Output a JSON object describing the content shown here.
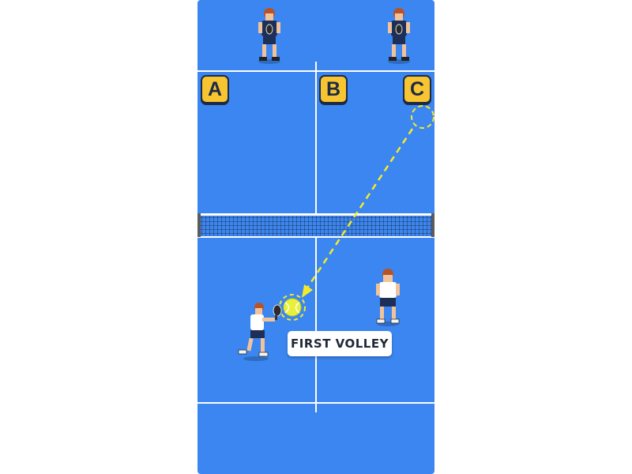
{
  "zones": [
    {
      "id": "zone-a",
      "label": "A"
    },
    {
      "id": "zone-b",
      "label": "B"
    },
    {
      "id": "zone-c",
      "label": "C"
    }
  ],
  "callout": {
    "text": "FIRST VOLLEY"
  },
  "colors": {
    "court": "#3b86f0",
    "lines": "#ffffff",
    "zone_badge": "#f7c531",
    "ball": "#e8f03a",
    "trajectory": "#f5ea2a",
    "shirt_opponent": "#1e2f57",
    "shirt_player": "#ffffff"
  },
  "players": [
    {
      "name": "opponent-left",
      "team": "far"
    },
    {
      "name": "opponent-right",
      "team": "far"
    },
    {
      "name": "player-volleying",
      "team": "near"
    },
    {
      "name": "partner",
      "team": "near"
    }
  ],
  "icons": [
    "tennis-ball-icon",
    "trajectory-arrow",
    "net"
  ]
}
